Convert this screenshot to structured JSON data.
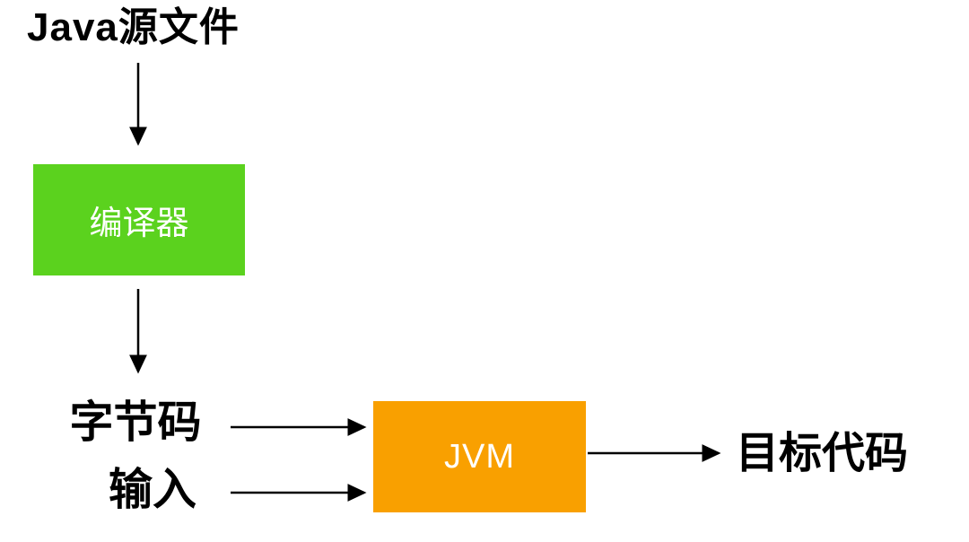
{
  "colors": {
    "compiler_box_green": "#5BD21E",
    "jvm_box_orange": "#F9A000",
    "text_black": "#000000",
    "box_text_white": "#FFFFFF",
    "background": "#FFFFFF"
  },
  "nodes": {
    "java_source": {
      "label": "Java源文件",
      "type": "text"
    },
    "compiler": {
      "label": "编译器",
      "type": "box",
      "color": "#5BD21E"
    },
    "bytecode": {
      "label": "字节码",
      "type": "text"
    },
    "input": {
      "label": "输入",
      "type": "text"
    },
    "jvm": {
      "label": "JVM",
      "type": "box",
      "color": "#F9A000"
    },
    "target_code": {
      "label": "目标代码",
      "type": "text"
    }
  },
  "edges": [
    {
      "from": "java_source",
      "to": "compiler",
      "direction": "down"
    },
    {
      "from": "compiler",
      "to": "bytecode",
      "direction": "down"
    },
    {
      "from": "bytecode",
      "to": "jvm",
      "direction": "right"
    },
    {
      "from": "input",
      "to": "jvm",
      "direction": "right"
    },
    {
      "from": "jvm",
      "to": "target_code",
      "direction": "right"
    }
  ]
}
